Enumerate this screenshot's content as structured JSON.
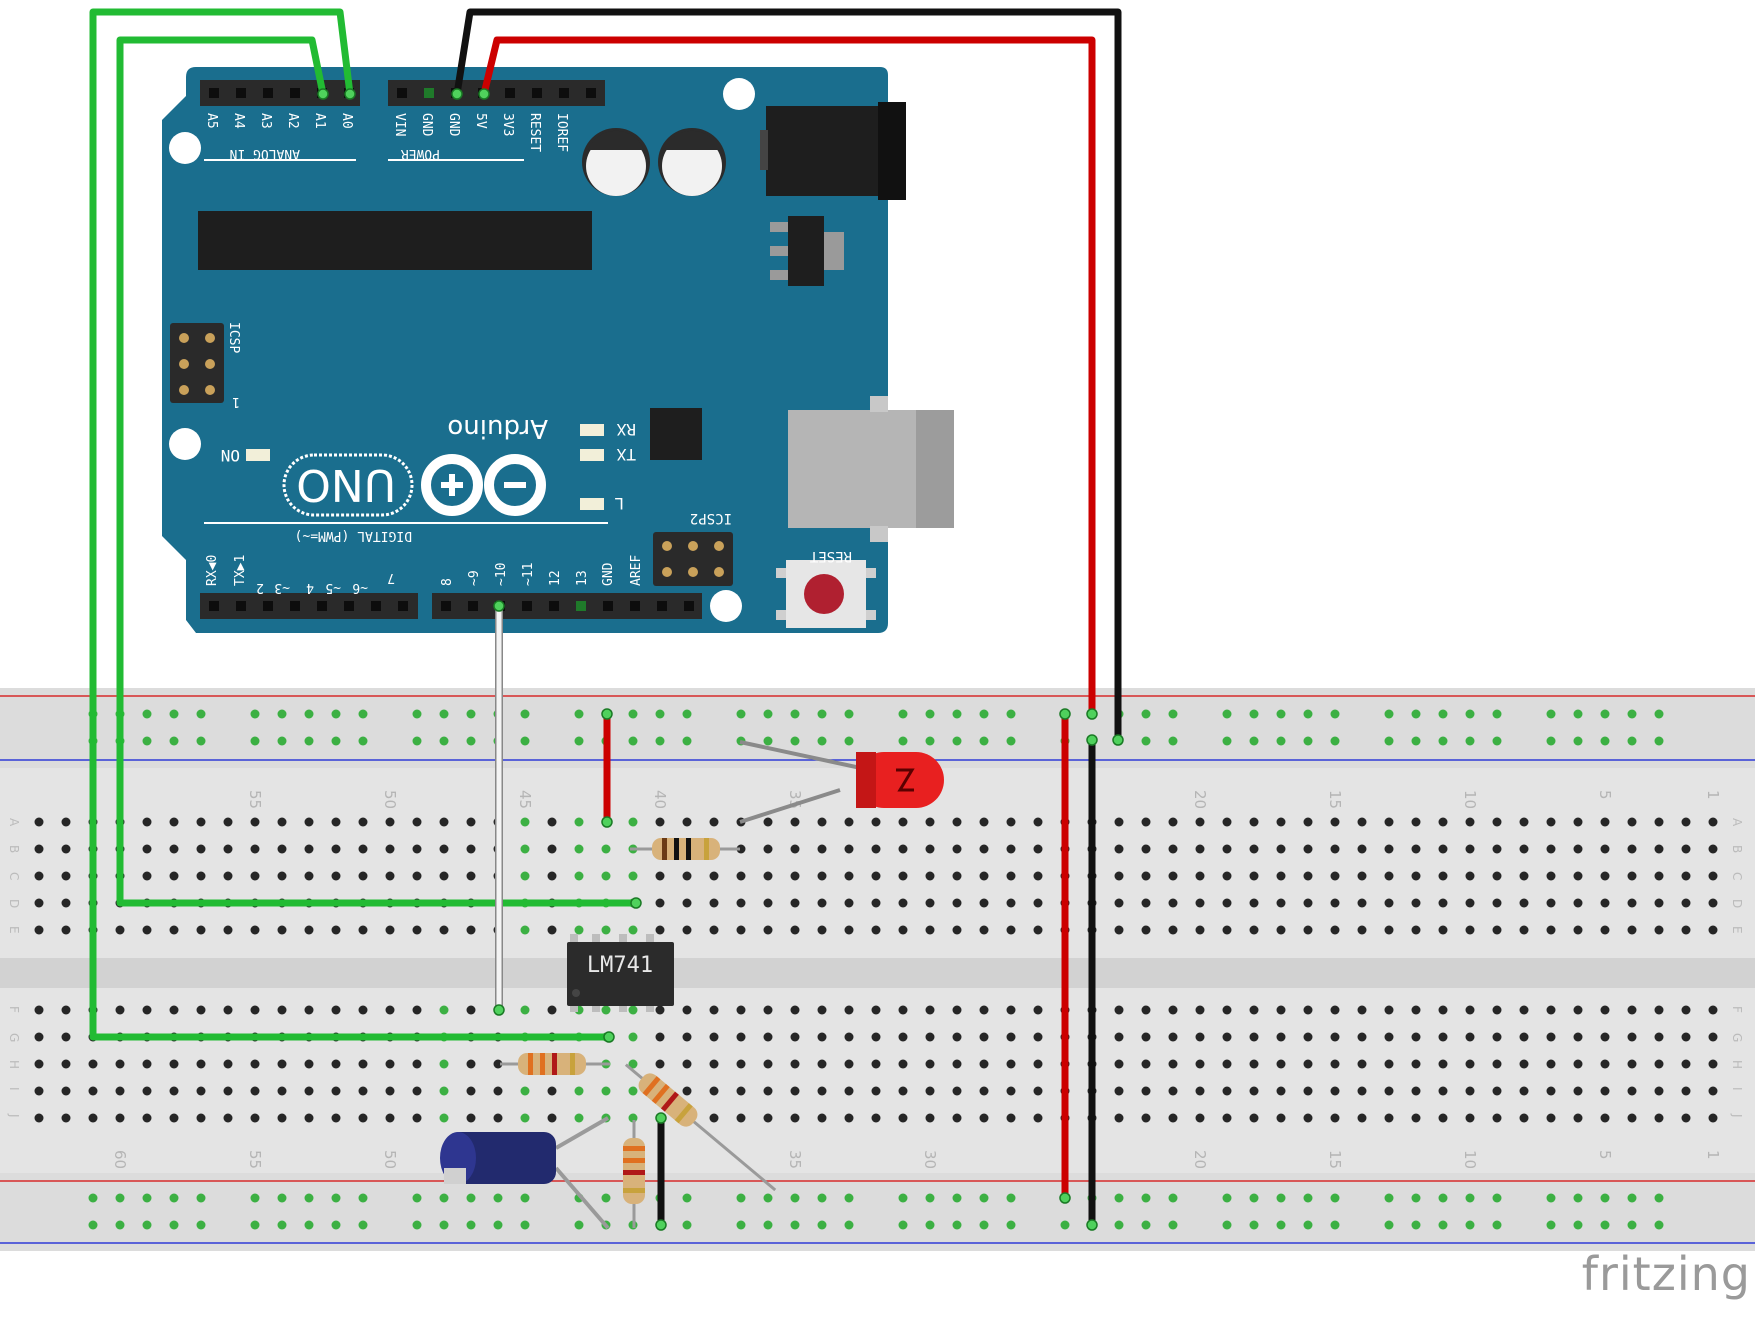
{
  "brand": "fritzing",
  "colors": {
    "board": "#1a6e8e",
    "breadboard": "#e6e6e6",
    "rail_red": "#d62b2b",
    "rail_blue": "#2e3bd6",
    "wire_green": "#22bb33",
    "wire_red": "#cc0000",
    "wire_black": "#111111",
    "wire_white": "#f4f4f4",
    "led": "#e82020",
    "hole_active": "#3cb043"
  },
  "arduino": {
    "logo": "Arduino",
    "model": "UNO",
    "analog_pins": [
      "A5",
      "A4",
      "A3",
      "A2",
      "A1",
      "A0"
    ],
    "analog_header": "ANALOG IN",
    "power_pins": [
      "VIN",
      "GND",
      "GND",
      "5V",
      "3V3",
      "RESET",
      "IOREF"
    ],
    "power_header": "POWER",
    "digital_pins_low": [
      "7",
      "~6",
      "~5",
      "4",
      "~3",
      "2",
      "TX▶1",
      "RX◀0"
    ],
    "digital_pins_high": [
      "AREF",
      "GND",
      "13",
      "12",
      "~11",
      "~10",
      "~9",
      "8"
    ],
    "digital_header": "DIGITAL (PWM=~)",
    "icsp": "ICSP",
    "icsp_one": "1",
    "icsp2": "ICSP2",
    "reset": "RESET",
    "on": "ON",
    "tx": "TX",
    "rx": "RX",
    "l": "L"
  },
  "chip": {
    "label": "LM741"
  },
  "breadboard": {
    "top_numbers": [
      "55",
      "50",
      "45",
      "40",
      "35",
      "20",
      "15",
      "10",
      "5",
      "1"
    ],
    "bottom_numbers": [
      "60",
      "55",
      "50",
      "35",
      "30",
      "20",
      "15",
      "10",
      "5",
      "1"
    ],
    "rows_top": [
      "A",
      "B",
      "C",
      "D",
      "E"
    ],
    "rows_bottom": [
      "F",
      "G",
      "H",
      "I",
      "J"
    ]
  }
}
